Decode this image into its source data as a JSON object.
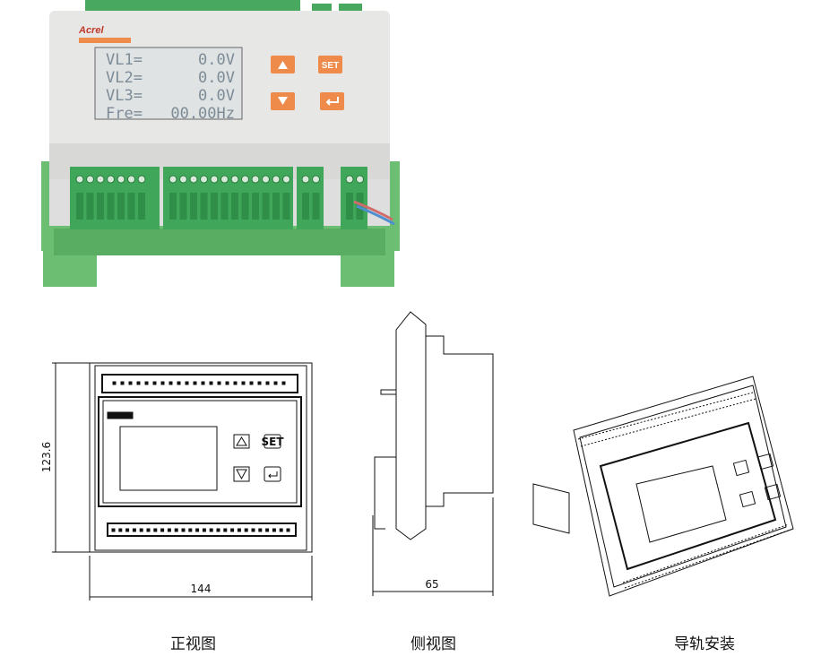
{
  "photo": {
    "brand": "Acrel",
    "lcd_lines": [
      {
        "label": "VL1=",
        "value": "0.0V"
      },
      {
        "label": "VL2=",
        "value": "0.0V"
      },
      {
        "label": "VL3=",
        "value": "0.0V"
      },
      {
        "label": "Fre=",
        "value": "00.00Hz"
      }
    ],
    "set_button": "SET",
    "accent_color": "#ee8a4a",
    "terminal_color": "#3fa65a"
  },
  "front_view": {
    "height_dim": "123.6",
    "width_dim": "144",
    "set_label": "SET",
    "caption": "正视图"
  },
  "side_view": {
    "depth_dim": "65",
    "caption": "侧视图"
  },
  "rail_view": {
    "caption": "导轨安装"
  }
}
